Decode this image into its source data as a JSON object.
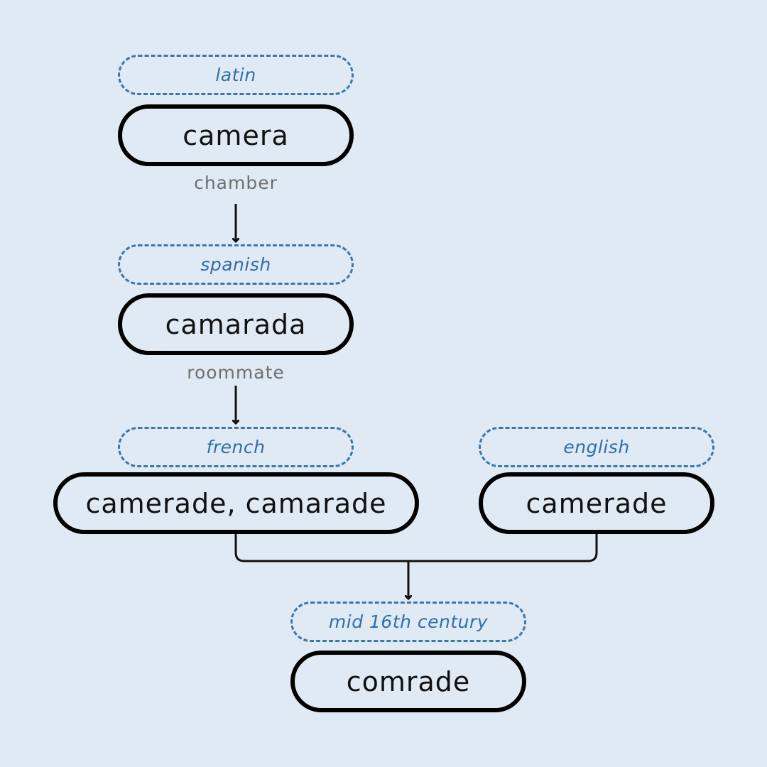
{
  "colors": {
    "background": "#e0eaf5",
    "tag_border": "#3a78ac",
    "tag_text": "#2f6fa6",
    "word_border": "#000000",
    "gloss_text": "#6f6f6f"
  },
  "nodes": {
    "latin": {
      "language": "latin",
      "word": "camera"
    },
    "spanish": {
      "language": "spanish",
      "word": "camarada"
    },
    "french": {
      "language": "french",
      "word": "camerade, camarade"
    },
    "english": {
      "language": "english",
      "word": "camerade"
    },
    "modern": {
      "language": "mid 16th century",
      "word": "comrade"
    }
  },
  "glosses": {
    "latin_to_spanish": "chamber",
    "spanish_to_french": "roommate"
  }
}
